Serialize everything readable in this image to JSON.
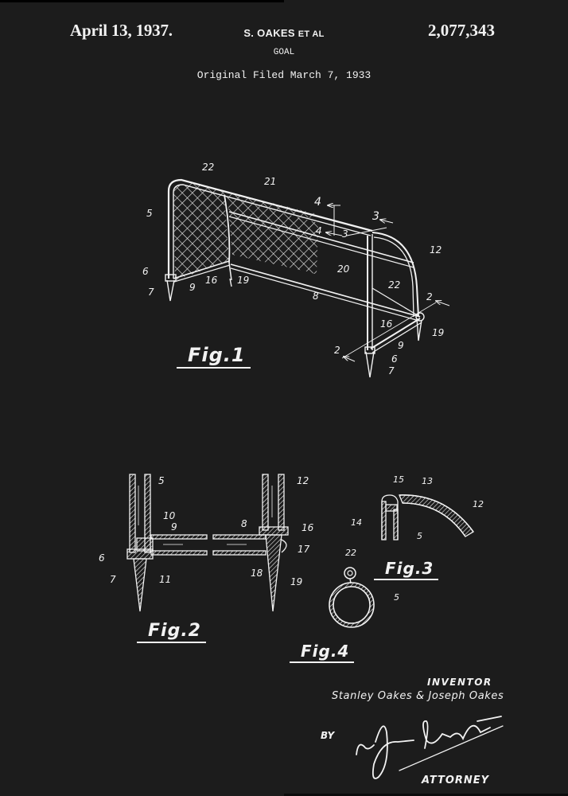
{
  "header": {
    "date": "April 13, 1937.",
    "inventor_name": "S. OAKES",
    "inventor_suffix": "ET AL",
    "patent_number": "2,077,343",
    "title": "GOAL",
    "filed": "Original Filed March 7, 1933"
  },
  "figures": [
    {
      "id": "fig1",
      "label": "Fig.1",
      "description": "Perspective view of goal frame with net",
      "reference_numerals": [
        "22",
        "21",
        "4",
        "4",
        "3",
        "3",
        "5",
        "6",
        "7",
        "9",
        "16",
        "19",
        "20",
        "12",
        "8",
        "22",
        "2",
        "16",
        "19",
        "2",
        "9",
        "6",
        "7"
      ]
    },
    {
      "id": "fig2",
      "label": "Fig.2",
      "description": "Sectional view along line 2-2",
      "reference_numerals": [
        "5",
        "10",
        "9",
        "6",
        "7",
        "11",
        "8",
        "12",
        "16",
        "17",
        "18",
        "19"
      ]
    },
    {
      "id": "fig3",
      "label": "Fig.3",
      "description": "Sectional view along line 3-3",
      "reference_numerals": [
        "15",
        "13",
        "12",
        "14",
        "5"
      ]
    },
    {
      "id": "fig4",
      "label": "Fig.4",
      "description": "Sectional view along line 4-4",
      "reference_numerals": [
        "22",
        "5"
      ]
    }
  ],
  "signature_block": {
    "inventor_label": "INVENTOR",
    "inventors": "Stanley Oakes & Joseph Oakes",
    "by_label": "BY",
    "attorney_label": "ATTORNEY"
  },
  "colors": {
    "background": "#1c1c1c",
    "ink": "#f2f2f2"
  }
}
